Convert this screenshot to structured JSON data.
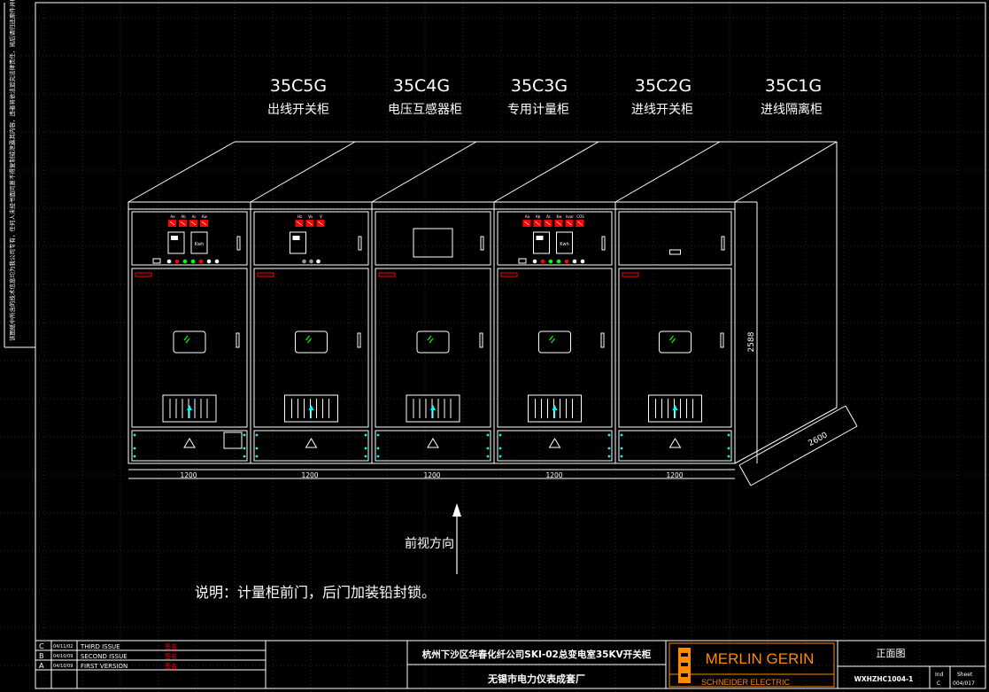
{
  "drawing": {
    "cabinets": [
      {
        "code": "35C5G",
        "name": "出线开关柜",
        "width": "1200",
        "top_labels": [
          "Ae",
          "Ab",
          "Ac",
          "Kw"
        ]
      },
      {
        "code": "35C4G",
        "name": "电压互感器柜",
        "width": "1200",
        "top_labels": [
          "Hz",
          "Vo",
          "V"
        ]
      },
      {
        "code": "35C3G",
        "name": "专用计量柜",
        "width": "1200",
        "top_labels": []
      },
      {
        "code": "35C2G",
        "name": "进线开关柜",
        "width": "1200",
        "top_labels": [
          "Aa",
          "Ab",
          "Ac",
          "Kw",
          "kvar",
          "COS"
        ]
      },
      {
        "code": "35C1G",
        "name": "进线隔离柜",
        "width": "1200",
        "top_labels": []
      }
    ],
    "height_dim": "2588",
    "depth_dim": "2600",
    "kwh_label": "Kwh",
    "view_direction": "前视方向",
    "note": "说明：计量柜前门，后门加装铅封锁。",
    "left_margin_text": "该图纸中所含的技术信息均为我公司专有，任何人未经书面同意不得复制或泄露其内容，违者将依法追究法律责任，阅后请归还原件并确保图纸的完整。"
  },
  "title_block": {
    "revisions": [
      {
        "rev": "C",
        "date": "04/11/02",
        "desc": "THIRD ISSUE",
        "sign": "签名"
      },
      {
        "rev": "B",
        "date": "04/10/09",
        "desc": "SECOND ISSUE",
        "sign": "签名"
      },
      {
        "rev": "A",
        "date": "04/10/09",
        "desc": "FIRST VERSION",
        "sign": "签名"
      }
    ],
    "project": "杭州下沙区华春化纤公司SKI-02总变电室35KV开关柜",
    "maker": "无锡市电力仪表成套厂",
    "brand": "MERLIN GERIN",
    "brand_sub": "SCHNEIDER ELECTRIC",
    "view_name": "正面图",
    "drawing_no": "WXHZHC1004-1",
    "ind_label": "Ind",
    "ind_value": "C",
    "sheet_label": "Sheet",
    "sheet_value": "004/017"
  },
  "colors": {
    "line": "#ffffff",
    "accent": "#ff0000",
    "indicator": "#00ffff",
    "brand": "#ff8a00",
    "grid": "#1c2a38"
  }
}
